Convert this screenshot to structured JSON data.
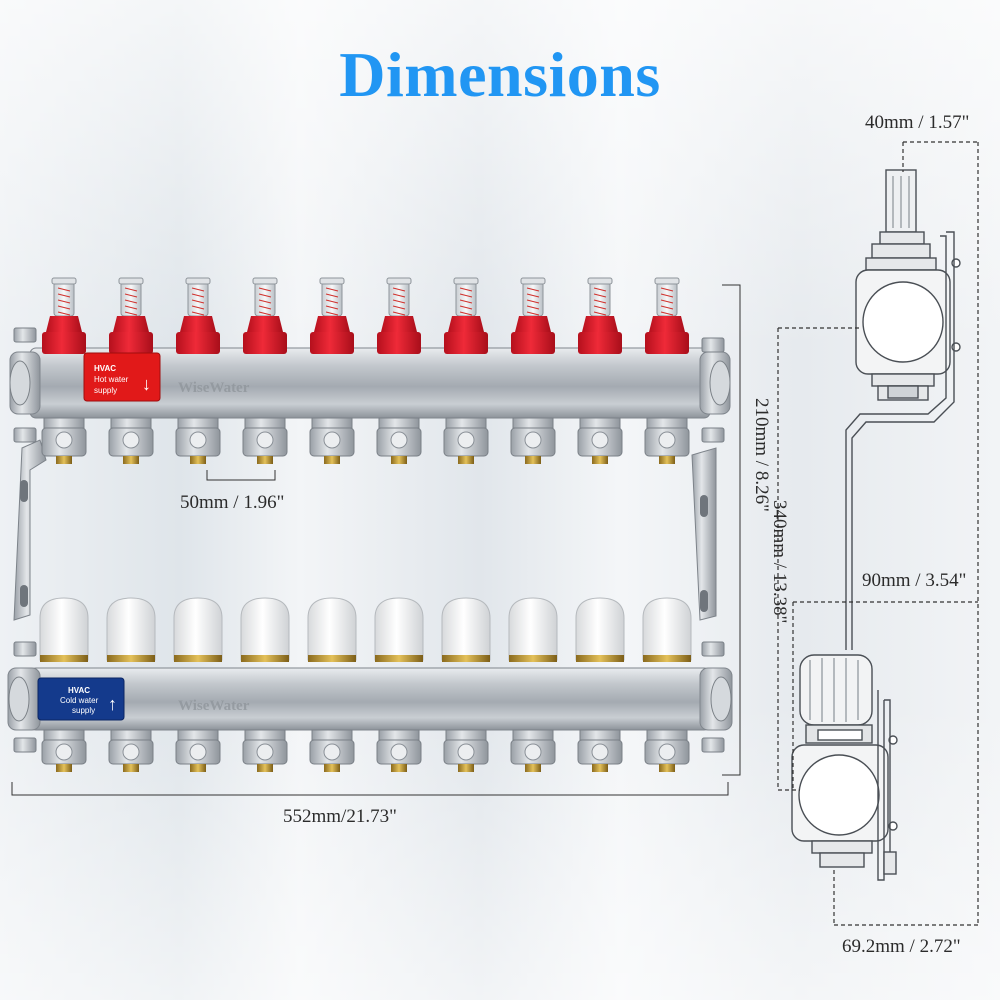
{
  "title": "Dimensions",
  "brand": "WiseWater",
  "hot_label": {
    "line1": "HVAC",
    "line2": "Hot water",
    "line3": "supply",
    "arrow": "↓"
  },
  "cold_label": {
    "line1": "HVAC",
    "line2": "Cold water",
    "line3": "supply",
    "arrow": "↑"
  },
  "dimensions": {
    "port_spacing": "50mm / 1.96\"",
    "height": "340mm / 13.38\"",
    "width": "552mm/21.73\"",
    "side_top": "40mm / 1.57\"",
    "side_vertical": "210mm / 8.26\"",
    "side_depth": "90mm / 3.54\"",
    "side_bottom": "69.2mm / 2.72\""
  },
  "colors": {
    "title": "#2196f3",
    "hot_label": "#e11919",
    "cold_label": "#143a8c",
    "flowmeter": "#e0182a",
    "steel": "#b9bec4"
  },
  "outlet_count": 10
}
